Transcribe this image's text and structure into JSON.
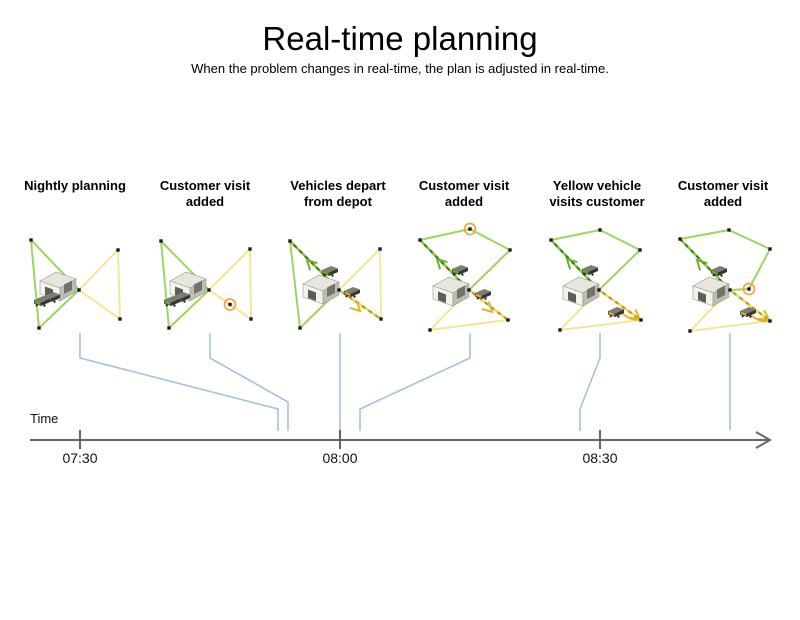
{
  "header": {
    "title": "Real-time planning",
    "subtitle": "When the problem changes in real-time, the plan is adjusted in real-time."
  },
  "panels": [
    {
      "label": "Nightly planning"
    },
    {
      "label": "Customer visit added"
    },
    {
      "label": "Vehicles depart from depot"
    },
    {
      "label": "Customer visit added"
    },
    {
      "label": "Yellow vehicle visits customer"
    },
    {
      "label": "Customer visit added"
    }
  ],
  "timeline": {
    "label": "Time",
    "ticks": [
      "07:30",
      "08:00",
      "08:30"
    ]
  },
  "icons": {
    "depot": "warehouse-building-icon",
    "green_vehicle": "green-truck-icon",
    "yellow_vehicle": "yellow-truck-icon",
    "new_visit": "orange-circled-dot-icon"
  },
  "colors": {
    "route_green_light": "#9bd65e",
    "route_green_dark": "#3e7c12",
    "route_yellow_light": "#f2e795",
    "route_yellow_dark": "#c19a10",
    "new_visit_ring": "#f1a53c",
    "connector_blue": "#a6c1de",
    "axis_gray": "#666666"
  }
}
